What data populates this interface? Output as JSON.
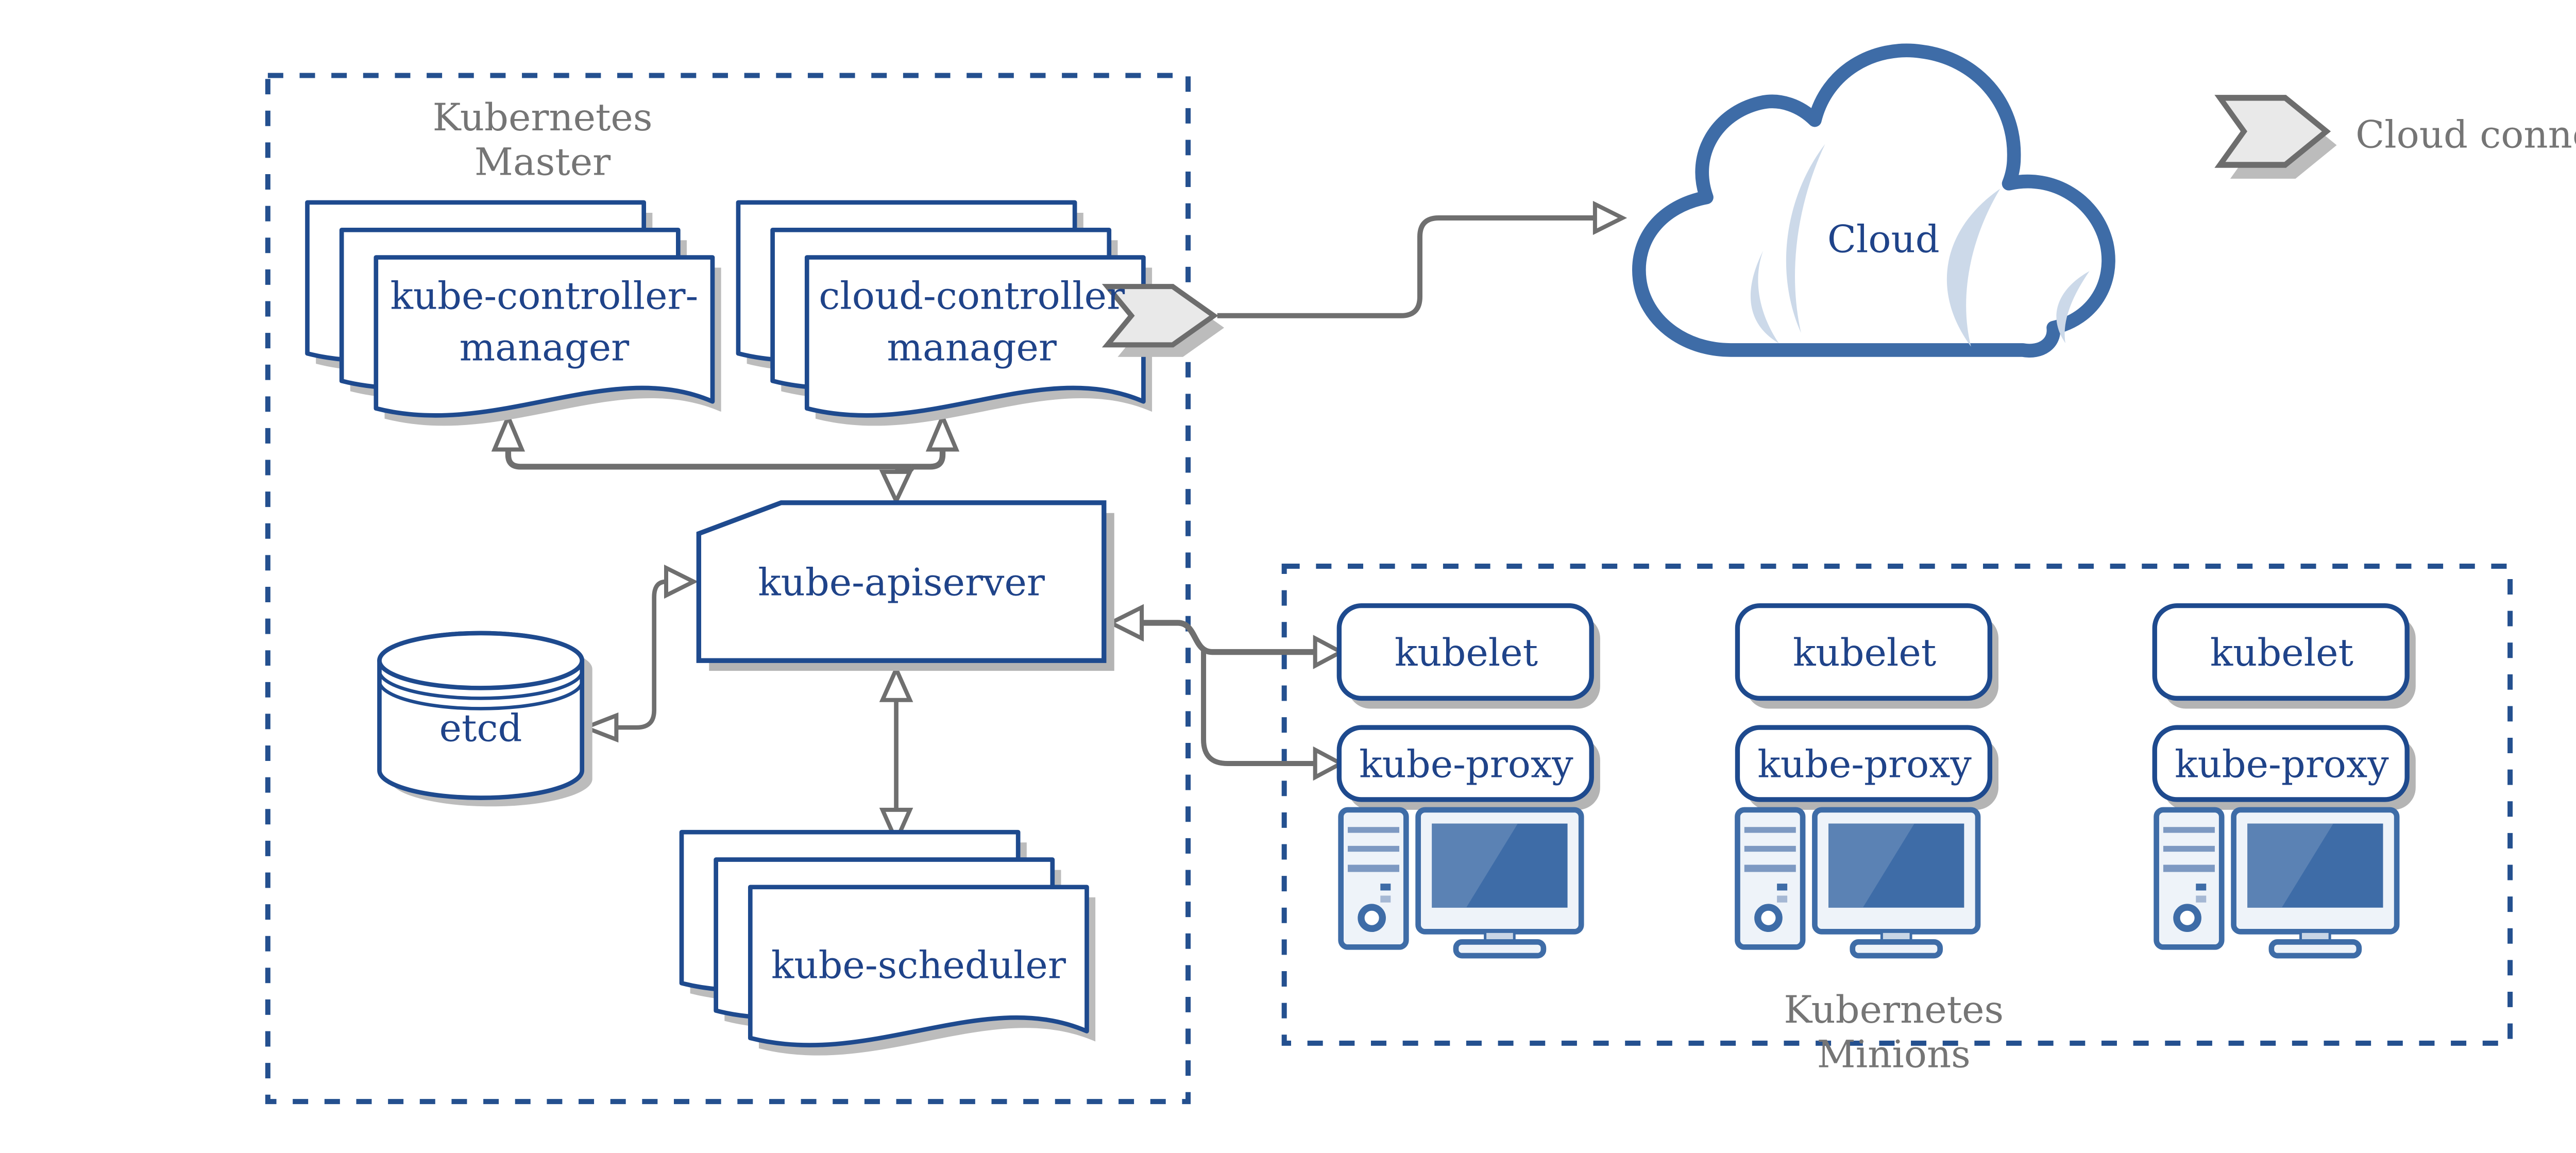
{
  "palette": {
    "navy_text": "#1f4389",
    "blue_border": "#1e4a8e",
    "dashed_border_blue": "#24508f",
    "steel_blue": "#3e6ca7",
    "light_blue_fill": "#eef3f9",
    "cloud_highlight_blue": "#ccd9e9",
    "gray_text": "#757575",
    "arrow_gray": "#6f6f6f",
    "shadow_gray": "#bcbcbc",
    "connector_chevron_fill": "#e9e9e9"
  },
  "master": {
    "title": "Kubernetes Master",
    "title_lines": [
      "Kubernetes",
      "Master"
    ],
    "kube_controller_manager_lines": [
      "kube-controller-",
      "manager"
    ],
    "cloud_controller_manager_lines": [
      "cloud-controller",
      "manager"
    ],
    "kube_apiserver_label": "kube-apiserver",
    "etcd_label": "etcd",
    "kube_scheduler_label": "kube-scheduler"
  },
  "cloud": {
    "label": "Cloud"
  },
  "legend": {
    "cloud_connector_label": "Cloud connector"
  },
  "minions": {
    "title": "Kubernetes Minions",
    "title_lines": [
      "Kubernetes",
      "Minions"
    ],
    "nodes": [
      {
        "kubelet_label": "kubelet",
        "kube_proxy_label": "kube-proxy"
      },
      {
        "kubelet_label": "kubelet",
        "kube_proxy_label": "kube-proxy"
      },
      {
        "kubelet_label": "kubelet",
        "kube_proxy_label": "kube-proxy"
      }
    ]
  }
}
